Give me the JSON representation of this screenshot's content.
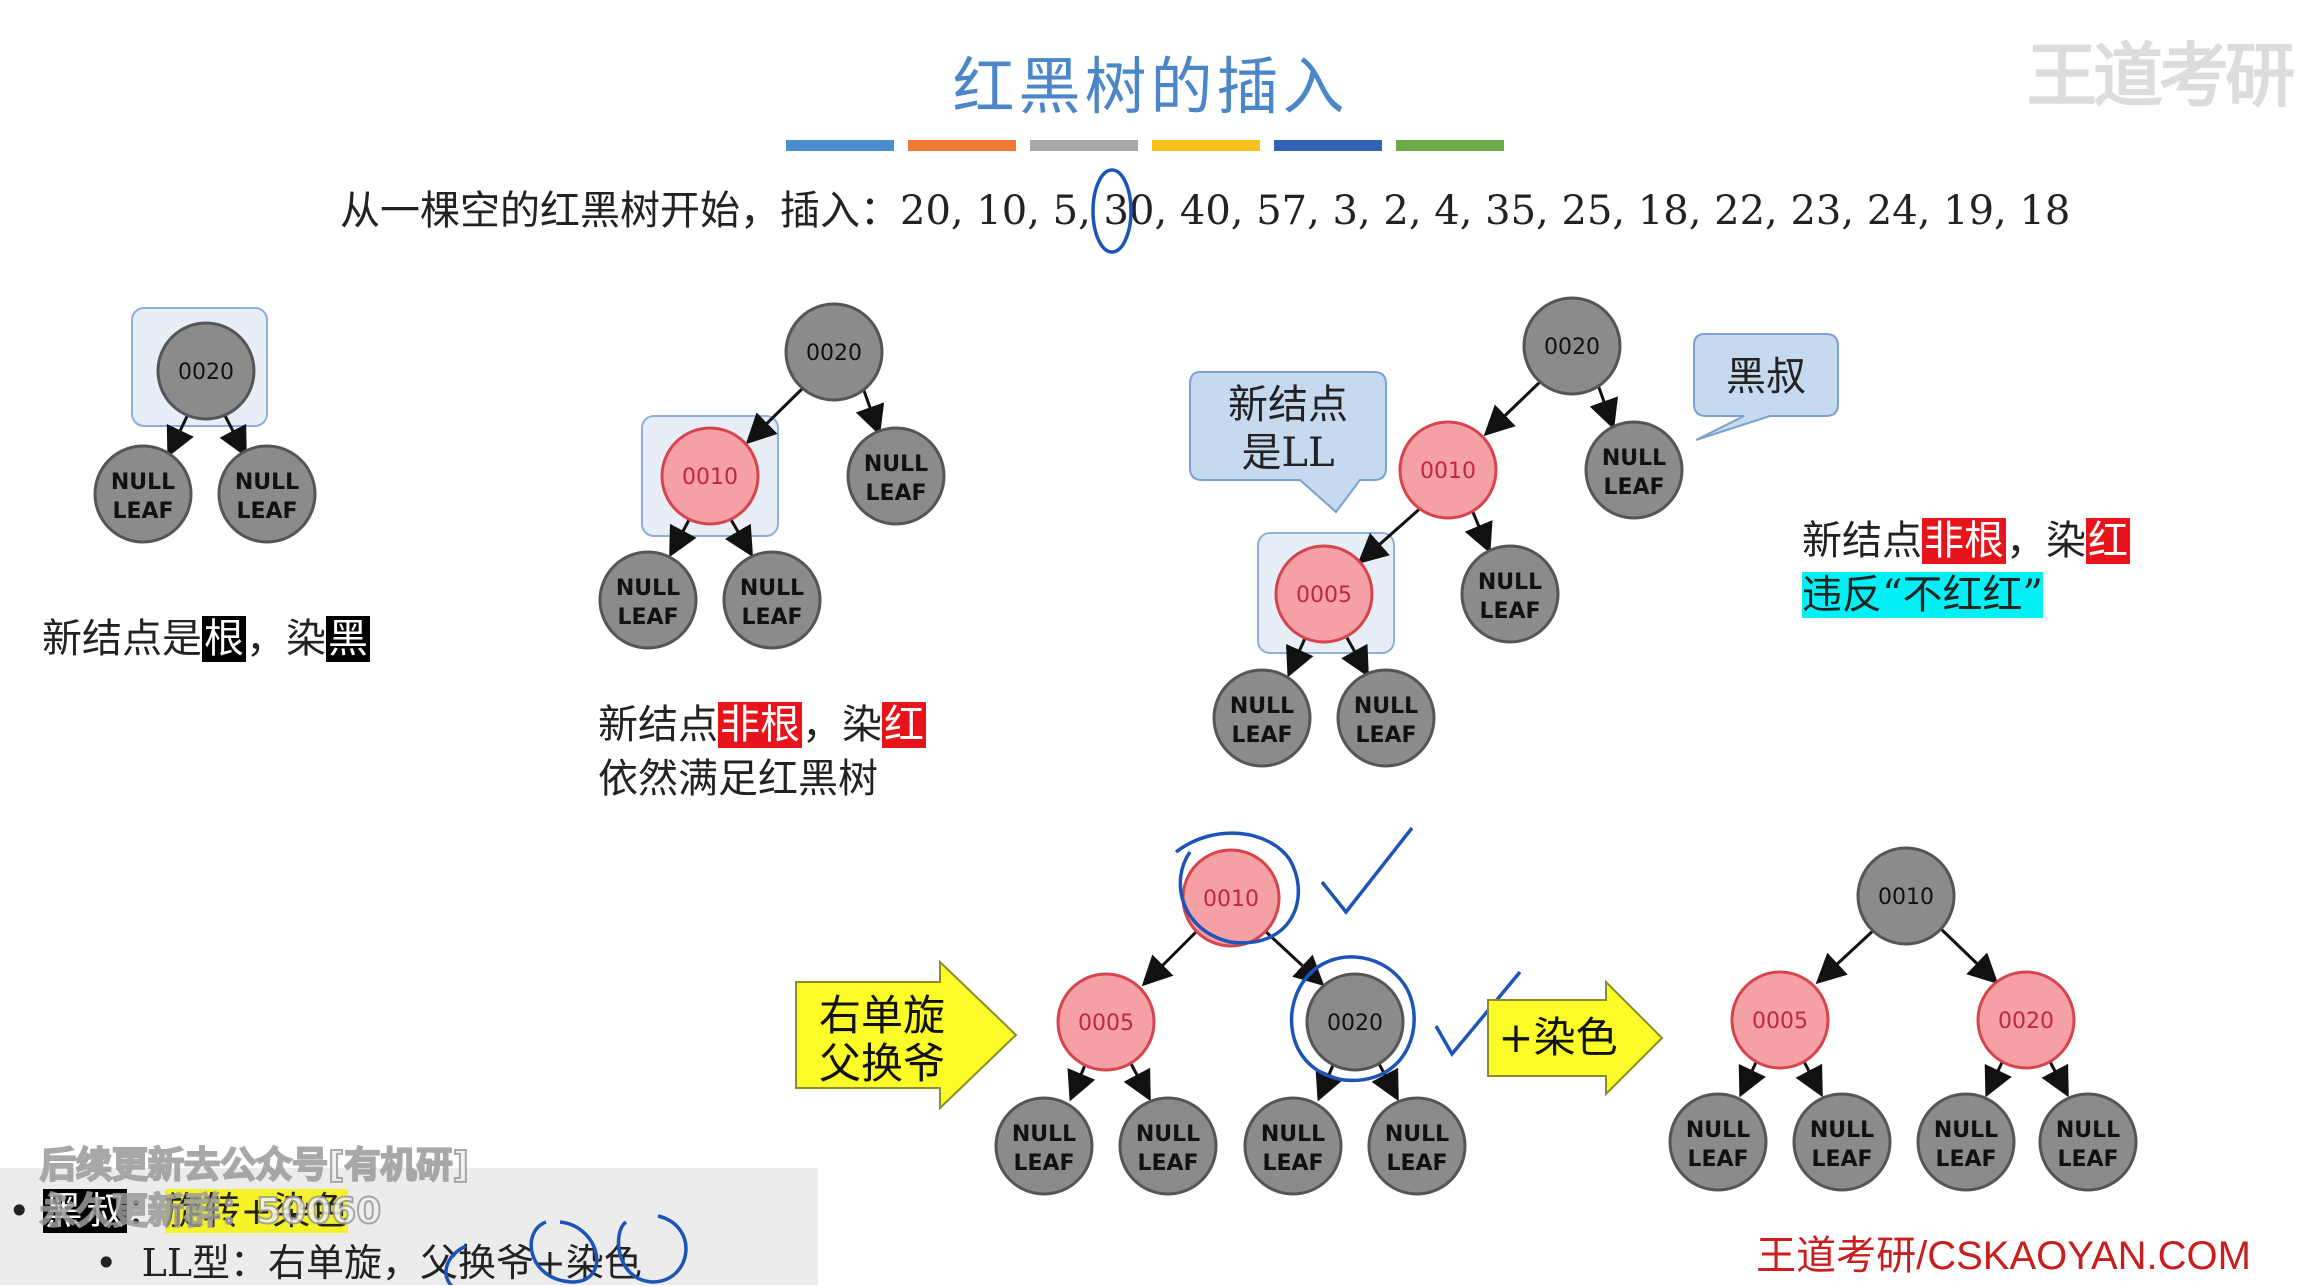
{
  "slide": {
    "title": "红黑树的插入",
    "color_bar": [
      "#4a8ed0",
      "#f07a33",
      "#a8a8a8",
      "#f7c21b",
      "#3462b4",
      "#6cab47"
    ],
    "sequence_prefix": "从一棵空的红黑树开始，插入：",
    "sequence_before": "20, 10, ",
    "sequence_circled": "5",
    "sequence_after": ", 30, 40, 57, 3, 2, 4, 35, 25, 18, 22, 23, 24, 19, 18",
    "logo": "王道考研",
    "watermark": "王道考研/CSKAOYAN.COM"
  },
  "colors": {
    "red_node_fill": "#f4a0a5",
    "red_node_stroke": "#d6454e",
    "black_node_fill": "#8b8b8b",
    "black_node_stroke": "#555555",
    "highlight_box": "#e3ecf7",
    "bubble_fill": "#c5d9ef",
    "arrow_fill": "#fbfb28",
    "pen_blue": "#1c54b8"
  },
  "case1": {
    "root_label": "0020",
    "leaf_line1": "NULL",
    "leaf_line2": "LEAF",
    "caption_a": "新结点是",
    "caption_b": "根",
    "caption_c": "，染",
    "caption_d": "黑"
  },
  "case2": {
    "root_label": "0020",
    "new_label": "0010",
    "caption1_a": "新结点",
    "caption1_b": "非根",
    "caption1_c": "，染",
    "caption1_d": "红",
    "caption2": "依然满足红黑树"
  },
  "case3": {
    "root_label": "0020",
    "parent_label": "0010",
    "new_label": "0005",
    "bubble_ll_line1": "新结点",
    "bubble_ll_line2": "是LL",
    "bubble_uncle": "黑叔",
    "caption1_a": "新结点",
    "caption1_b": "非根",
    "caption1_c": "，染",
    "caption1_d": "红",
    "caption2": "违反“不红红”"
  },
  "rotation": {
    "arrow1_line1": "右单旋",
    "arrow1_line2": "父换爷",
    "arrow2": "+染色",
    "mid_root": "0010",
    "mid_left": "0005",
    "mid_right": "0020",
    "final_root": "0010",
    "final_left": "0005",
    "final_right": "0020"
  },
  "bottom": {
    "bullet1_a": "黑",
    "bullet1_b": "叔",
    "bullet1_c": "：",
    "bullet1_d": "旋转+染色",
    "bullet2": "LL型：右单旋，父换爷+染色",
    "overlay1": "后续更新去公众号[有机研]",
    "overlay2": "永久更新群：50060"
  }
}
